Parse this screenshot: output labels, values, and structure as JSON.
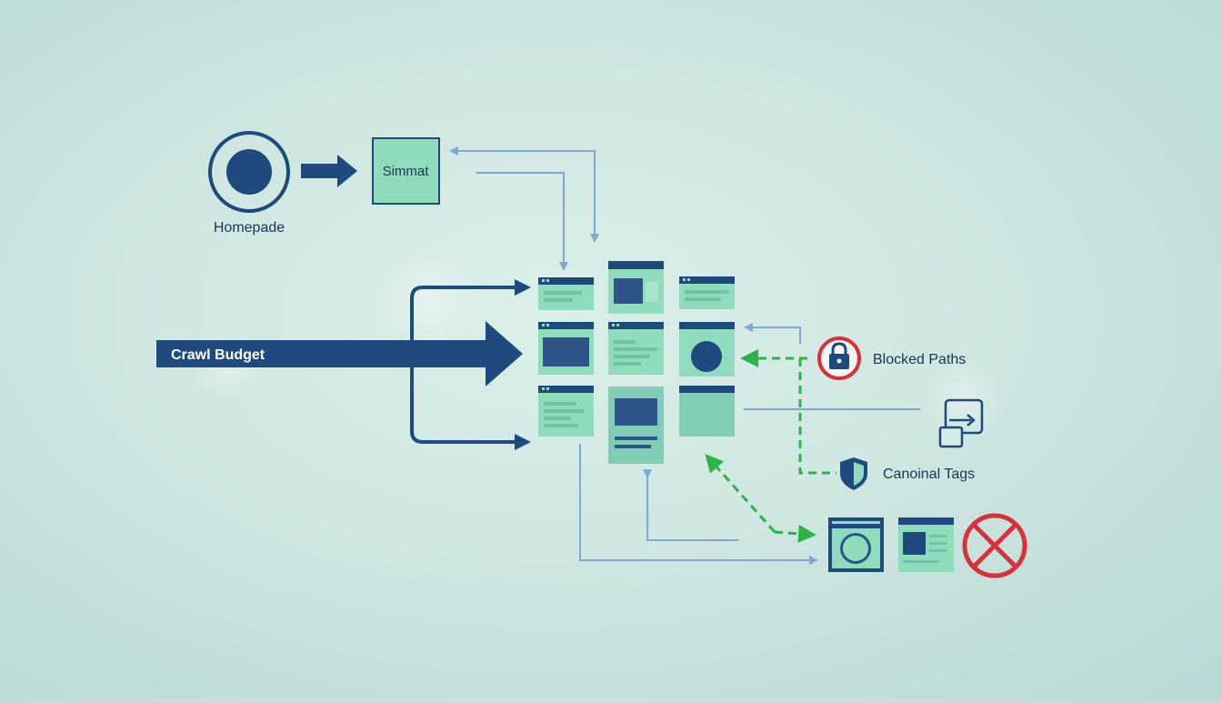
{
  "labels": {
    "homepage": "Homepade",
    "sitemap": "Simmat",
    "crawl_budget": "Crawl Budget",
    "blocked_paths": "Blocked Paths",
    "canonical_tags": "Canoinal Tags"
  },
  "icons": {
    "homepage": "target-circle-icon",
    "blocked": "padlock-icon",
    "canonical": "shield-icon",
    "redirect": "redirect-windows-icon",
    "error": "x-circle-icon"
  },
  "colors": {
    "navy": "#1f4a7e",
    "page_fill": "#8fdcbc",
    "page_fill_dark": "#7fcdb4",
    "connector_blue": "#7fa8d6",
    "allowed_green": "#2db34a",
    "blocked_red": "#d9303a",
    "text": "#1c3553"
  }
}
